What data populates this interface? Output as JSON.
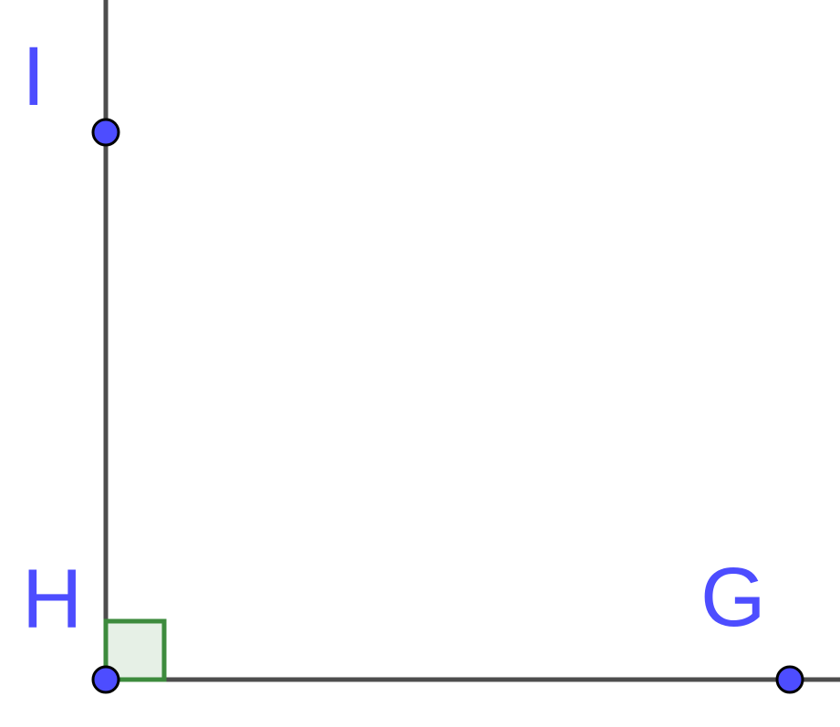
{
  "diagram": {
    "points": {
      "I": {
        "label": "I"
      },
      "H": {
        "label": "H"
      },
      "G": {
        "label": "G"
      }
    },
    "colors": {
      "line": "#4d4d4d",
      "point_fill": "#4d4dff",
      "point_stroke": "#000000",
      "label": "#4d4dff",
      "right_angle_stroke": "#3d8b3d",
      "right_angle_fill": "#e6f0e6"
    }
  }
}
